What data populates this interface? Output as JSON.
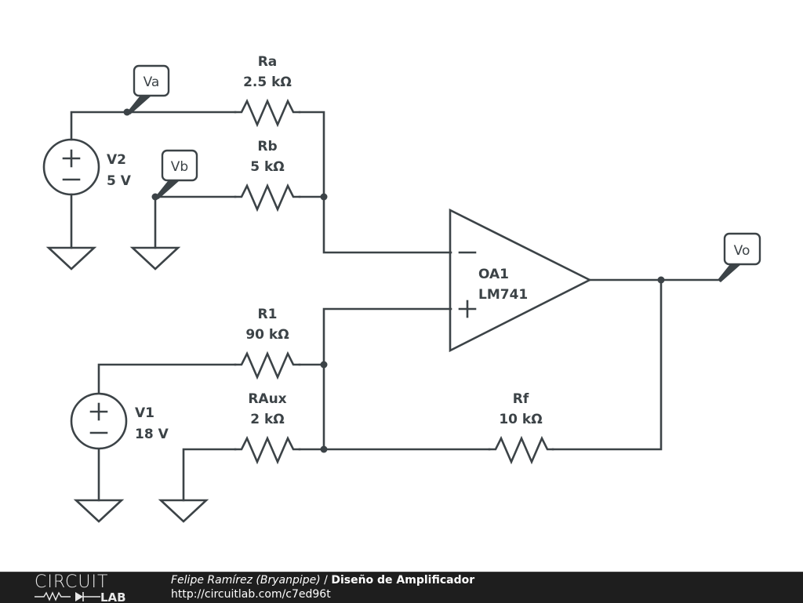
{
  "components": {
    "V2": {
      "name": "V2",
      "value": "5 V"
    },
    "V1": {
      "name": "V1",
      "value": "18 V"
    },
    "Ra": {
      "name": "Ra",
      "value": "2.5 kΩ"
    },
    "Rb": {
      "name": "Rb",
      "value": "5 kΩ"
    },
    "R1": {
      "name": "R1",
      "value": "90 kΩ"
    },
    "RAux": {
      "name": "RAux",
      "value": "2 kΩ"
    },
    "Rf": {
      "name": "Rf",
      "value": "10 kΩ"
    },
    "OA1": {
      "name": "OA1",
      "value": "LM741"
    }
  },
  "probes": {
    "va": "Va",
    "vb": "Vb",
    "vo": "Vo"
  },
  "symbols": {
    "plus": "+",
    "minus": "−"
  },
  "footer": {
    "logo_top": "CIRCUIT",
    "logo_bottom": "LAB",
    "author": "Felipe Ramírez (Bryanpipe)",
    "separator": " / ",
    "title": "Diseño de Amplificador",
    "url": "http://circuitlab.com/c7ed96t"
  }
}
